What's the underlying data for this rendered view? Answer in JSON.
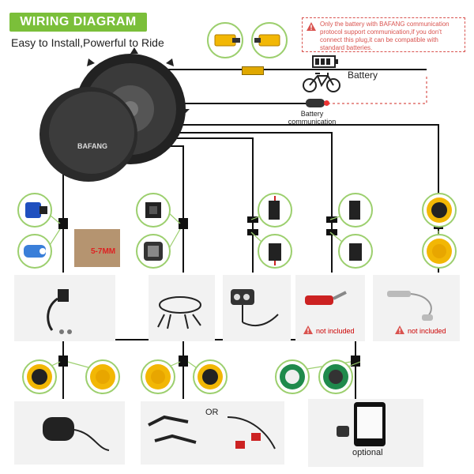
{
  "header": {
    "title": "WIRING DIAGRAM",
    "subtitle": "Easy to Install,Powerful to Ride"
  },
  "notice": {
    "text": "Only the battery with BAFANG communication protocol support communication,if you don't connect this plug,it can be compatible with standard batteries."
  },
  "labels": {
    "battery": "Battery",
    "battery_comm": "Battery communication",
    "motor_brand": "BAFANG",
    "bracket_size": "5-7MM",
    "or": "OR",
    "not_included_light": "not included",
    "not_included_cable": "not included",
    "optional": "optional"
  },
  "colors": {
    "accent_green": "#7bbf3a",
    "warning_red": "#d9534f",
    "wire": "#111111",
    "panel_gray": "#f2f2f2"
  },
  "icons": [
    "battery-icon",
    "bicycle-icon",
    "warning-icon"
  ]
}
